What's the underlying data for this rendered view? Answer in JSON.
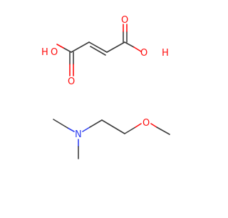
{
  "colors": {
    "background": "#ffffff",
    "bond": "#3d3d3d",
    "oxygen": "#ff0d0d",
    "nitrogen": "#2e3ff0"
  },
  "structure_top": {
    "atoms": {
      "o_hydroxyl_left": "O",
      "h_hydroxyl_left": "H",
      "o_carbonyl_left": "O",
      "o_carbonyl_right": "O",
      "o_hydroxyl_right": "O",
      "h_hydroxyl_right": "H"
    }
  },
  "structure_bottom": {
    "atoms": {
      "n_amine": "N",
      "o_ether": "O"
    }
  }
}
